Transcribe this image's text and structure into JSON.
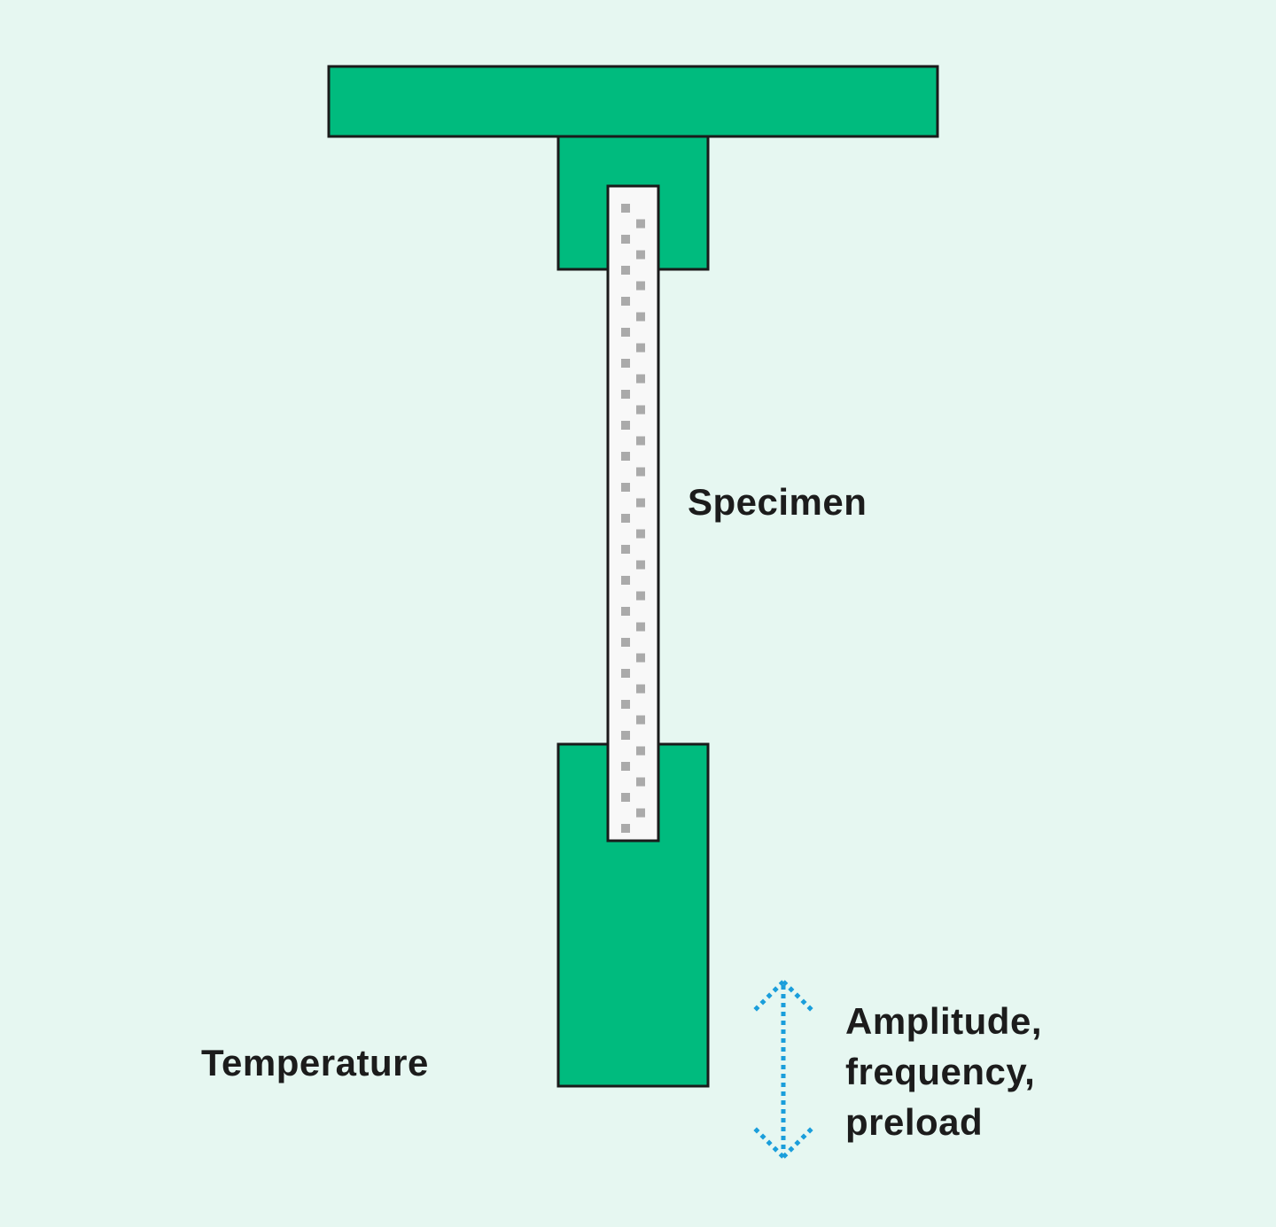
{
  "labels": {
    "specimen": "Specimen",
    "temperature": "Temperature",
    "amplitude_lines": [
      "Amplitude,",
      "frequency,",
      "preload"
    ]
  },
  "colors": {
    "background": "#e6f7f1",
    "clamp_fill": "#00bb7e",
    "outline": "#1a1a1a",
    "specimen_fill": "#f8f8f8",
    "specimen_dots": "#aaaaaa",
    "arrow": "#1a9edb",
    "text": "#1c1c1c"
  },
  "icons": {
    "motion_arrow": "double-headed-vertical-dotted-arrow-icon"
  }
}
